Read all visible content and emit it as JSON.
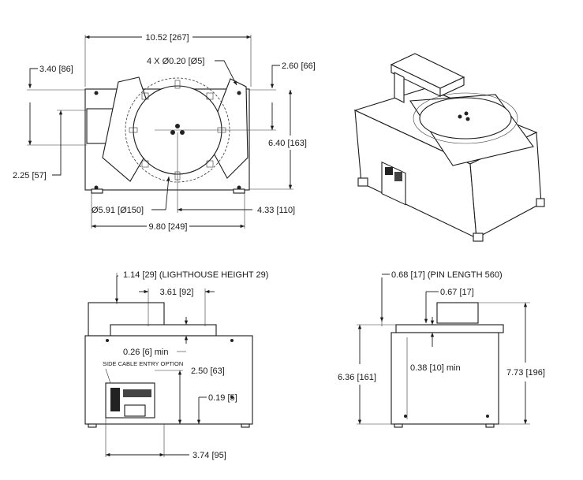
{
  "top_view": {
    "overall_width": "10.52 [267]",
    "hole_callout": "4 X Ø0.20 [Ø5]",
    "left_offset": "3.40 [86]",
    "right_offset": "2.60 [66]",
    "depth": "6.40 [163]",
    "left_small": "2.25 [57]",
    "platter_diameter": "Ø5.91 [Ø150]",
    "center_offset": "4.33 [110]",
    "base_width": "9.80 [249]"
  },
  "front_view": {
    "lighthouse_height": "1.14 [29] (LIGHTHOUSE HEIGHT 29)",
    "width_top": "3.61 [92]",
    "clearance_min": "0.26 [6] min",
    "side_cable_note": "SIDE CABLE ENTRY OPTION",
    "connector_height": "2.50 [63]",
    "foot_height": "0.19 [5]",
    "connector_width": "3.74 [95]"
  },
  "side_view": {
    "pin_length": "0.68 [17] (PIN LENGTH 560)",
    "pin_offset": "0.67 [17]",
    "body_height": "6.36 [161]",
    "pin_min": "0.38 [10] min",
    "total_height": "7.73 [196]"
  }
}
